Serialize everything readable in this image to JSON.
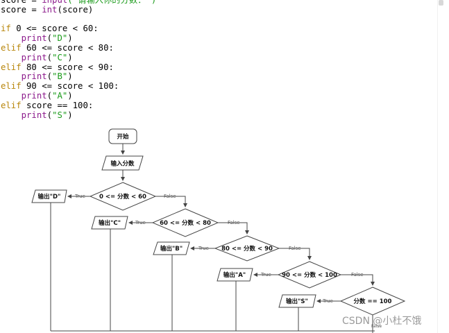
{
  "code": {
    "lines": [
      [
        {
          "t": "score = ",
          "c": "id"
        },
        {
          "t": "input",
          "c": "fn"
        },
        {
          "t": "(\"请输入你的分数：\")",
          "c": "str"
        }
      ],
      [
        {
          "t": "score = ",
          "c": "id"
        },
        {
          "t": "int",
          "c": "fn"
        },
        {
          "t": "(score)",
          "c": "id"
        }
      ],
      [],
      [
        {
          "t": "if",
          "c": "kw"
        },
        {
          "t": " 0 <= score < 60:",
          "c": "id"
        }
      ],
      [
        {
          "t": "    ",
          "c": "id"
        },
        {
          "t": "print",
          "c": "fn"
        },
        {
          "t": "(",
          "c": "id"
        },
        {
          "t": "\"D\"",
          "c": "str"
        },
        {
          "t": ")",
          "c": "id"
        }
      ],
      [
        {
          "t": "elif",
          "c": "kw"
        },
        {
          "t": " 60 <= score < 80:",
          "c": "id"
        }
      ],
      [
        {
          "t": "    ",
          "c": "id"
        },
        {
          "t": "print",
          "c": "fn"
        },
        {
          "t": "(",
          "c": "id"
        },
        {
          "t": "\"C\"",
          "c": "str"
        },
        {
          "t": ")",
          "c": "id"
        }
      ],
      [
        {
          "t": "elif",
          "c": "kw"
        },
        {
          "t": " 80 <= score < 90:",
          "c": "id"
        }
      ],
      [
        {
          "t": "    ",
          "c": "id"
        },
        {
          "t": "print",
          "c": "fn"
        },
        {
          "t": "(",
          "c": "id"
        },
        {
          "t": "\"B\"",
          "c": "str"
        },
        {
          "t": ")",
          "c": "id"
        }
      ],
      [
        {
          "t": "elif",
          "c": "kw"
        },
        {
          "t": " 90 <= score < 100:",
          "c": "id"
        }
      ],
      [
        {
          "t": "    ",
          "c": "id"
        },
        {
          "t": "print",
          "c": "fn"
        },
        {
          "t": "(",
          "c": "id"
        },
        {
          "t": "\"A\"",
          "c": "str"
        },
        {
          "t": ")",
          "c": "id"
        }
      ],
      [
        {
          "t": "elif",
          "c": "kw"
        },
        {
          "t": " score == 100:",
          "c": "id"
        }
      ],
      [
        {
          "t": "    ",
          "c": "id"
        },
        {
          "t": "print",
          "c": "fn"
        },
        {
          "t": "(",
          "c": "id"
        },
        {
          "t": "\"S\"",
          "c": "str"
        },
        {
          "t": ")",
          "c": "id"
        }
      ]
    ]
  },
  "flowchart": {
    "start": "开始",
    "input": "输入分数",
    "decisions": [
      "0 <= 分数 < 60",
      "60 <= 分数 < 80",
      "80 <= 分数 < 90",
      "90 <= 分数 < 100",
      "分数 == 100"
    ],
    "outputs": [
      "输出\"D\"",
      "输出\"C\"",
      "输出\"B\"",
      "输出\"A\"",
      "输出\"S\""
    ],
    "true_label": "True",
    "false_label": "False"
  },
  "watermark": "CSDN @小杜不饿",
  "colors": {
    "keyword": "#b8860b",
    "function": "#8b1a8b",
    "string": "#1a9a1a",
    "line": "#444444"
  }
}
